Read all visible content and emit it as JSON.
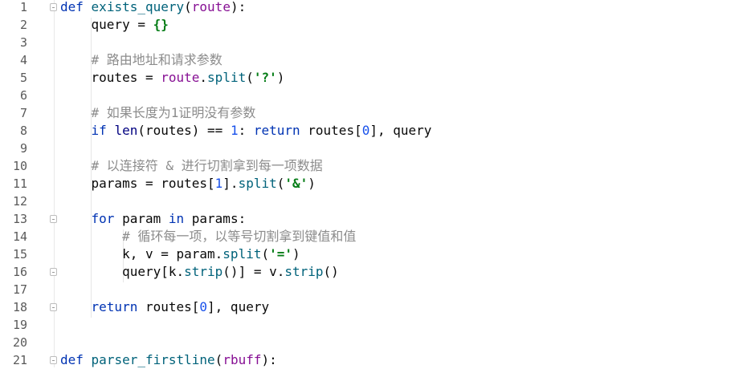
{
  "editor": {
    "lines": [
      {
        "num": "1",
        "tokens": [
          {
            "t": "def",
            "c": "kw"
          },
          {
            "t": " "
          },
          {
            "t": "exists_query",
            "c": "fn"
          },
          {
            "t": "("
          },
          {
            "t": "route",
            "c": "par"
          },
          {
            "t": "):"
          }
        ],
        "fold": "open"
      },
      {
        "num": "2",
        "tokens": [
          {
            "t": "    query = "
          },
          {
            "t": "{}",
            "c": "str"
          }
        ]
      },
      {
        "num": "3",
        "tokens": []
      },
      {
        "num": "4",
        "tokens": [
          {
            "t": "    # 路由地址和请求参数",
            "c": "cm"
          }
        ]
      },
      {
        "num": "5",
        "tokens": [
          {
            "t": "    routes = "
          },
          {
            "t": "route",
            "c": "par"
          },
          {
            "t": "."
          },
          {
            "t": "split",
            "c": "fn"
          },
          {
            "t": "("
          },
          {
            "t": "'?'",
            "c": "str"
          },
          {
            "t": ")"
          }
        ]
      },
      {
        "num": "6",
        "tokens": []
      },
      {
        "num": "7",
        "tokens": [
          {
            "t": "    # 如果长度为1证明没有参数",
            "c": "cm"
          }
        ]
      },
      {
        "num": "8",
        "tokens": [
          {
            "t": "    "
          },
          {
            "t": "if",
            "c": "kw"
          },
          {
            "t": " "
          },
          {
            "t": "len",
            "c": "bi"
          },
          {
            "t": "(routes) == "
          },
          {
            "t": "1",
            "c": "num"
          },
          {
            "t": ": "
          },
          {
            "t": "return",
            "c": "kw"
          },
          {
            "t": " routes["
          },
          {
            "t": "0",
            "c": "num"
          },
          {
            "t": "], query"
          }
        ]
      },
      {
        "num": "9",
        "tokens": []
      },
      {
        "num": "10",
        "tokens": [
          {
            "t": "    # 以连接符 & 进行切割拿到每一项数据",
            "c": "cm"
          }
        ]
      },
      {
        "num": "11",
        "tokens": [
          {
            "t": "    params = routes["
          },
          {
            "t": "1",
            "c": "num"
          },
          {
            "t": "]."
          },
          {
            "t": "split",
            "c": "fn"
          },
          {
            "t": "("
          },
          {
            "t": "'&'",
            "c": "str"
          },
          {
            "t": ")"
          }
        ]
      },
      {
        "num": "12",
        "tokens": []
      },
      {
        "num": "13",
        "tokens": [
          {
            "t": "    "
          },
          {
            "t": "for",
            "c": "kw"
          },
          {
            "t": " param "
          },
          {
            "t": "in",
            "c": "kw"
          },
          {
            "t": " params:"
          }
        ],
        "fold": "open"
      },
      {
        "num": "14",
        "tokens": [
          {
            "t": "        # 循环每一项，以等号切割拿到键值和值",
            "c": "cm"
          }
        ]
      },
      {
        "num": "15",
        "tokens": [
          {
            "t": "        k, v = param."
          },
          {
            "t": "split",
            "c": "fn"
          },
          {
            "t": "("
          },
          {
            "t": "'='",
            "c": "str"
          },
          {
            "t": ")"
          }
        ]
      },
      {
        "num": "16",
        "tokens": [
          {
            "t": "        query[k."
          },
          {
            "t": "strip",
            "c": "fn"
          },
          {
            "t": "()] = v."
          },
          {
            "t": "strip",
            "c": "fn"
          },
          {
            "t": "()"
          }
        ],
        "fold": "open"
      },
      {
        "num": "17",
        "tokens": []
      },
      {
        "num": "18",
        "tokens": [
          {
            "t": "    "
          },
          {
            "t": "return",
            "c": "kw"
          },
          {
            "t": " routes["
          },
          {
            "t": "0",
            "c": "num"
          },
          {
            "t": "], query"
          }
        ],
        "fold": "open"
      },
      {
        "num": "19",
        "tokens": []
      },
      {
        "num": "20",
        "tokens": []
      },
      {
        "num": "21",
        "tokens": [
          {
            "t": "def",
            "c": "kw"
          },
          {
            "t": " "
          },
          {
            "t": "parser_firstline",
            "c": "fn"
          },
          {
            "t": "("
          },
          {
            "t": "rbuff",
            "c": "par"
          },
          {
            "t": "):"
          }
        ],
        "fold": "open"
      }
    ]
  },
  "colors": {
    "keyword": "#0033b3",
    "function": "#00627a",
    "parameter": "#871094",
    "string": "#067d17",
    "number": "#1750eb",
    "comment": "#8c8c8c"
  }
}
